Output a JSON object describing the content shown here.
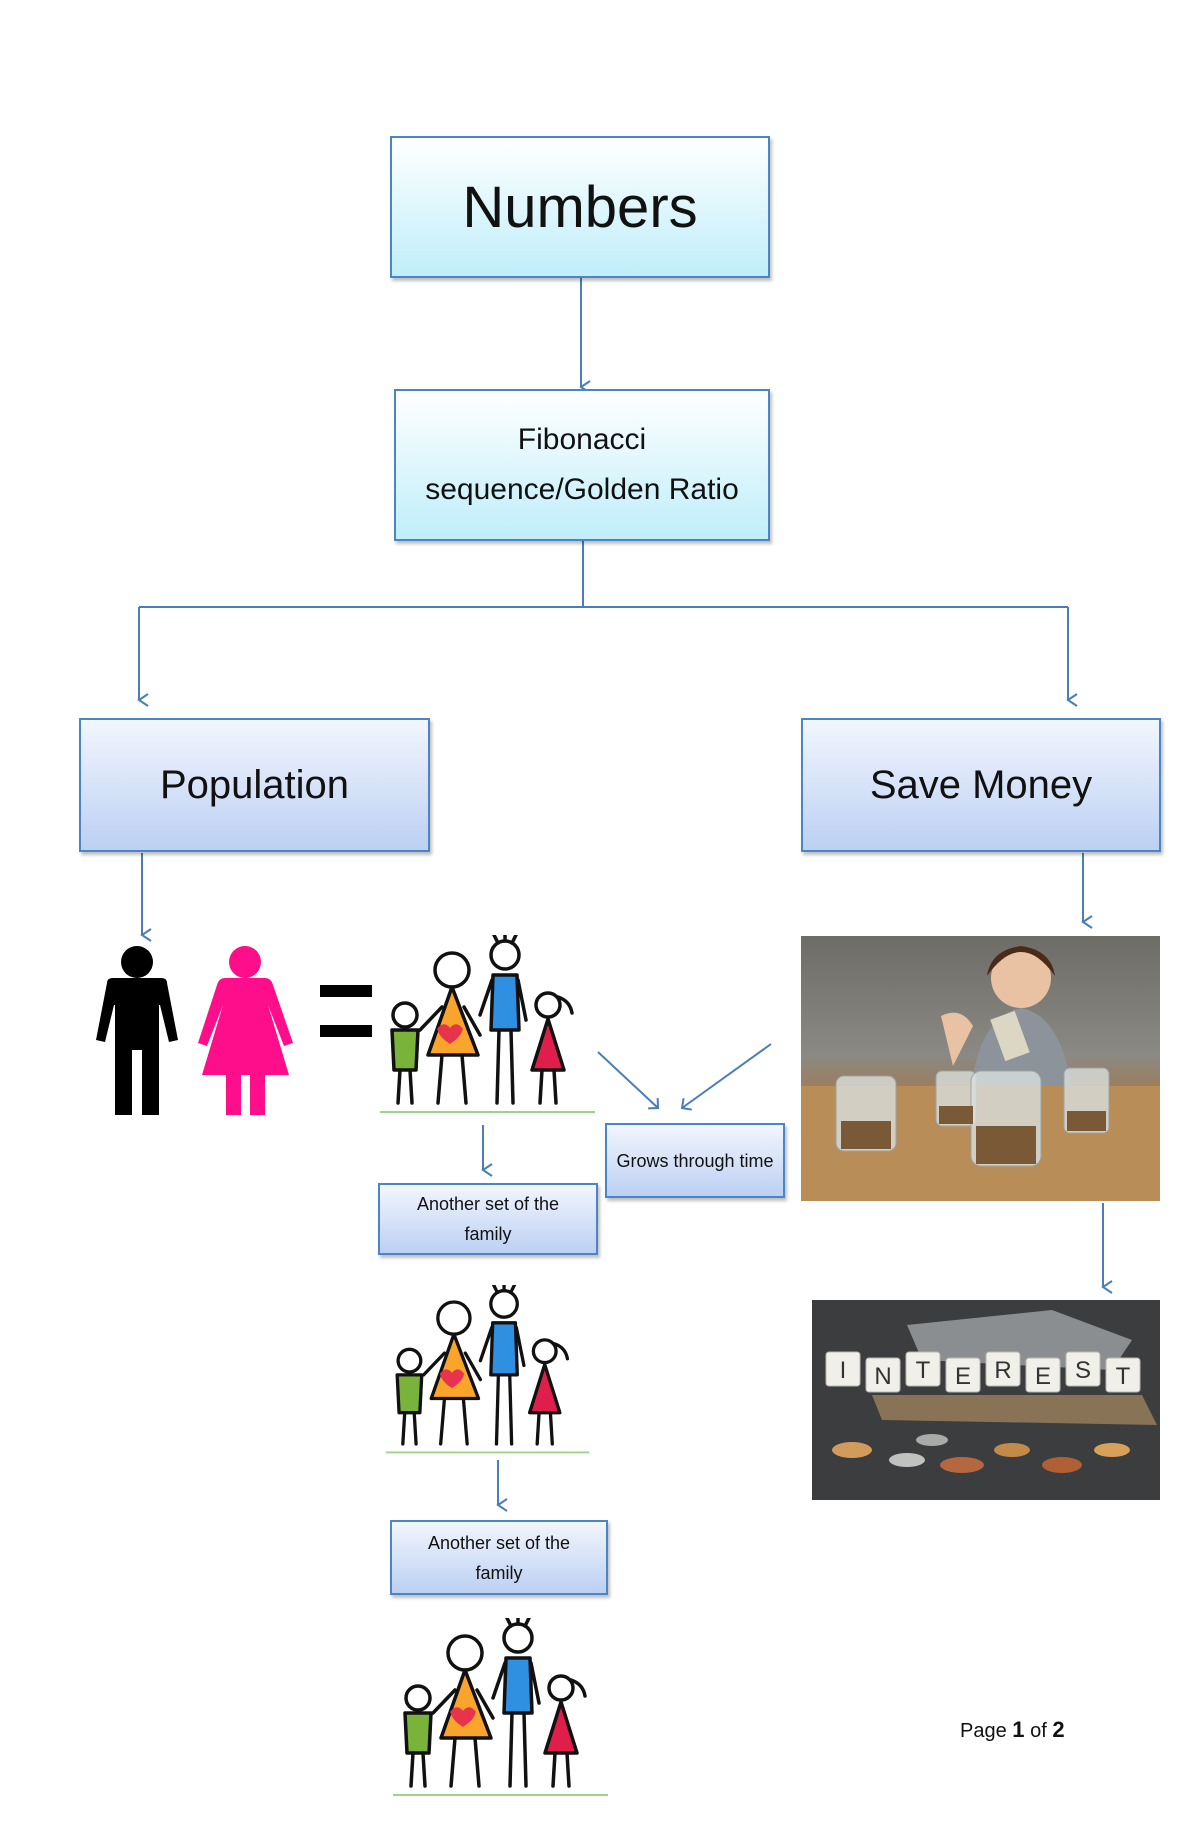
{
  "nodes": {
    "root": "Numbers",
    "fibonacci": "Fibonacci sequence/Golden Ratio",
    "population": "Population",
    "save_money": "Save Money",
    "grows": "Grows through time",
    "another_set_1": "Another set of the family",
    "another_set_2": "Another set of the family"
  },
  "photos": {
    "interest_letters": [
      "I",
      "N",
      "T",
      "E",
      "R",
      "E",
      "S",
      "T"
    ]
  },
  "footer": {
    "page_word": "Page",
    "page_current": "1",
    "page_of": "of",
    "page_total": "2"
  },
  "colors": {
    "box_border": "#4a86c5",
    "connector": "#4a7ebb",
    "man_icon": "#000000",
    "woman_icon": "#ff0e8c"
  },
  "icons": [
    "man-icon",
    "woman-icon",
    "equals-icon",
    "family-icon",
    "coin-jars-photo",
    "interest-photo"
  ]
}
